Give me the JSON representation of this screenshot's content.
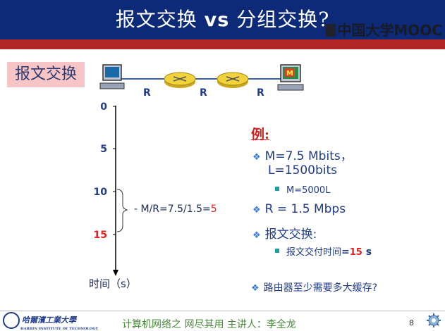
{
  "header": {
    "title_part1": "报文交换 ",
    "title_vs": "vs",
    "title_part2": " 分组交换?",
    "watermark": "中国大学MOOC"
  },
  "section_label": "报文交换",
  "network": {
    "link_labels": [
      "R",
      "R",
      "R"
    ],
    "destination_badge": "M"
  },
  "timeline": {
    "ticks": [
      {
        "label": "0",
        "color": "#1f3b8c"
      },
      {
        "label": "5",
        "color": "#1f3b8c"
      },
      {
        "label": "10",
        "color": "#1f3b8c"
      },
      {
        "label": "15",
        "color": "#e02020"
      }
    ],
    "unit": "时间（s）",
    "bracket_formula": "M/R=7.5/1.5=",
    "bracket_result": "5"
  },
  "example": {
    "title": "例:",
    "line1": "M=7.5 Mbits，",
    "line2": "L=1500bits",
    "sub1": "M=5000L",
    "line3": "R = 1.5 Mbps",
    "line4": "报文交换:",
    "sub2_prefix": "报文交付时间",
    "sub2_eq": "=",
    "sub2_value": "15",
    "sub2_unit": " s",
    "question": "路由器至少需要多大缓存?"
  },
  "footer": {
    "university": "哈爾濱工業大學",
    "university_en": "HARBIN INSTITUTE OF TECHNOLOGY",
    "course": "计算机网络之 网尽其用     主讲人：李全龙",
    "page": "8"
  },
  "colors": {
    "header_bg": "#0d2a78",
    "stripe": "#b22626",
    "label_bg": "#f7c5c5",
    "text_blue": "#1f3b8c",
    "accent_red": "#e02020",
    "router_yellow": "#f2d23a"
  }
}
